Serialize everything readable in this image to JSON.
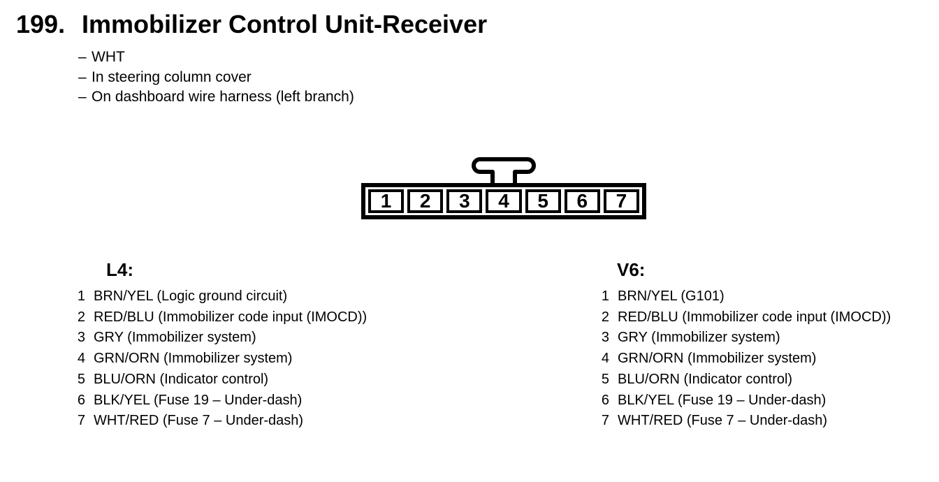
{
  "page": {
    "title_number": "199.",
    "title": "Immobilizer Control Unit-Receiver",
    "dash": "–"
  },
  "notes": [
    {
      "text": "WHT"
    },
    {
      "text": "In steering column cover"
    },
    {
      "text": "On dashboard wire harness (left branch)"
    }
  ],
  "connector": {
    "pins": [
      "1",
      "2",
      "3",
      "4",
      "5",
      "6",
      "7"
    ]
  },
  "columns": {
    "l4": {
      "heading": "L4:",
      "items": [
        {
          "num": "1",
          "desc": "BRN/YEL (Logic ground circuit)"
        },
        {
          "num": "2",
          "desc": "RED/BLU (Immobilizer code input (IMOCD))"
        },
        {
          "num": "3",
          "desc": "GRY (Immobilizer system)"
        },
        {
          "num": "4",
          "desc": "GRN/ORN (Immobilizer system)"
        },
        {
          "num": "5",
          "desc": "BLU/ORN (Indicator control)"
        },
        {
          "num": "6",
          "desc": "BLK/YEL (Fuse 19 – Under-dash)"
        },
        {
          "num": "7",
          "desc": "WHT/RED (Fuse 7 – Under-dash)"
        }
      ]
    },
    "v6": {
      "heading": "V6:",
      "items": [
        {
          "num": "1",
          "desc": "BRN/YEL (G101)"
        },
        {
          "num": "2",
          "desc": "RED/BLU (Immobilizer code input (IMOCD))"
        },
        {
          "num": "3",
          "desc": "GRY (Immobilizer system)"
        },
        {
          "num": "4",
          "desc": "GRN/ORN (Immobilizer system)"
        },
        {
          "num": "5",
          "desc": "BLU/ORN (Indicator control)"
        },
        {
          "num": "6",
          "desc": "BLK/YEL (Fuse 19 – Under-dash)"
        },
        {
          "num": "7",
          "desc": "WHT/RED (Fuse 7 – Under-dash)"
        }
      ]
    }
  },
  "colors": {
    "ink": "#000000",
    "paper": "#ffffff"
  }
}
